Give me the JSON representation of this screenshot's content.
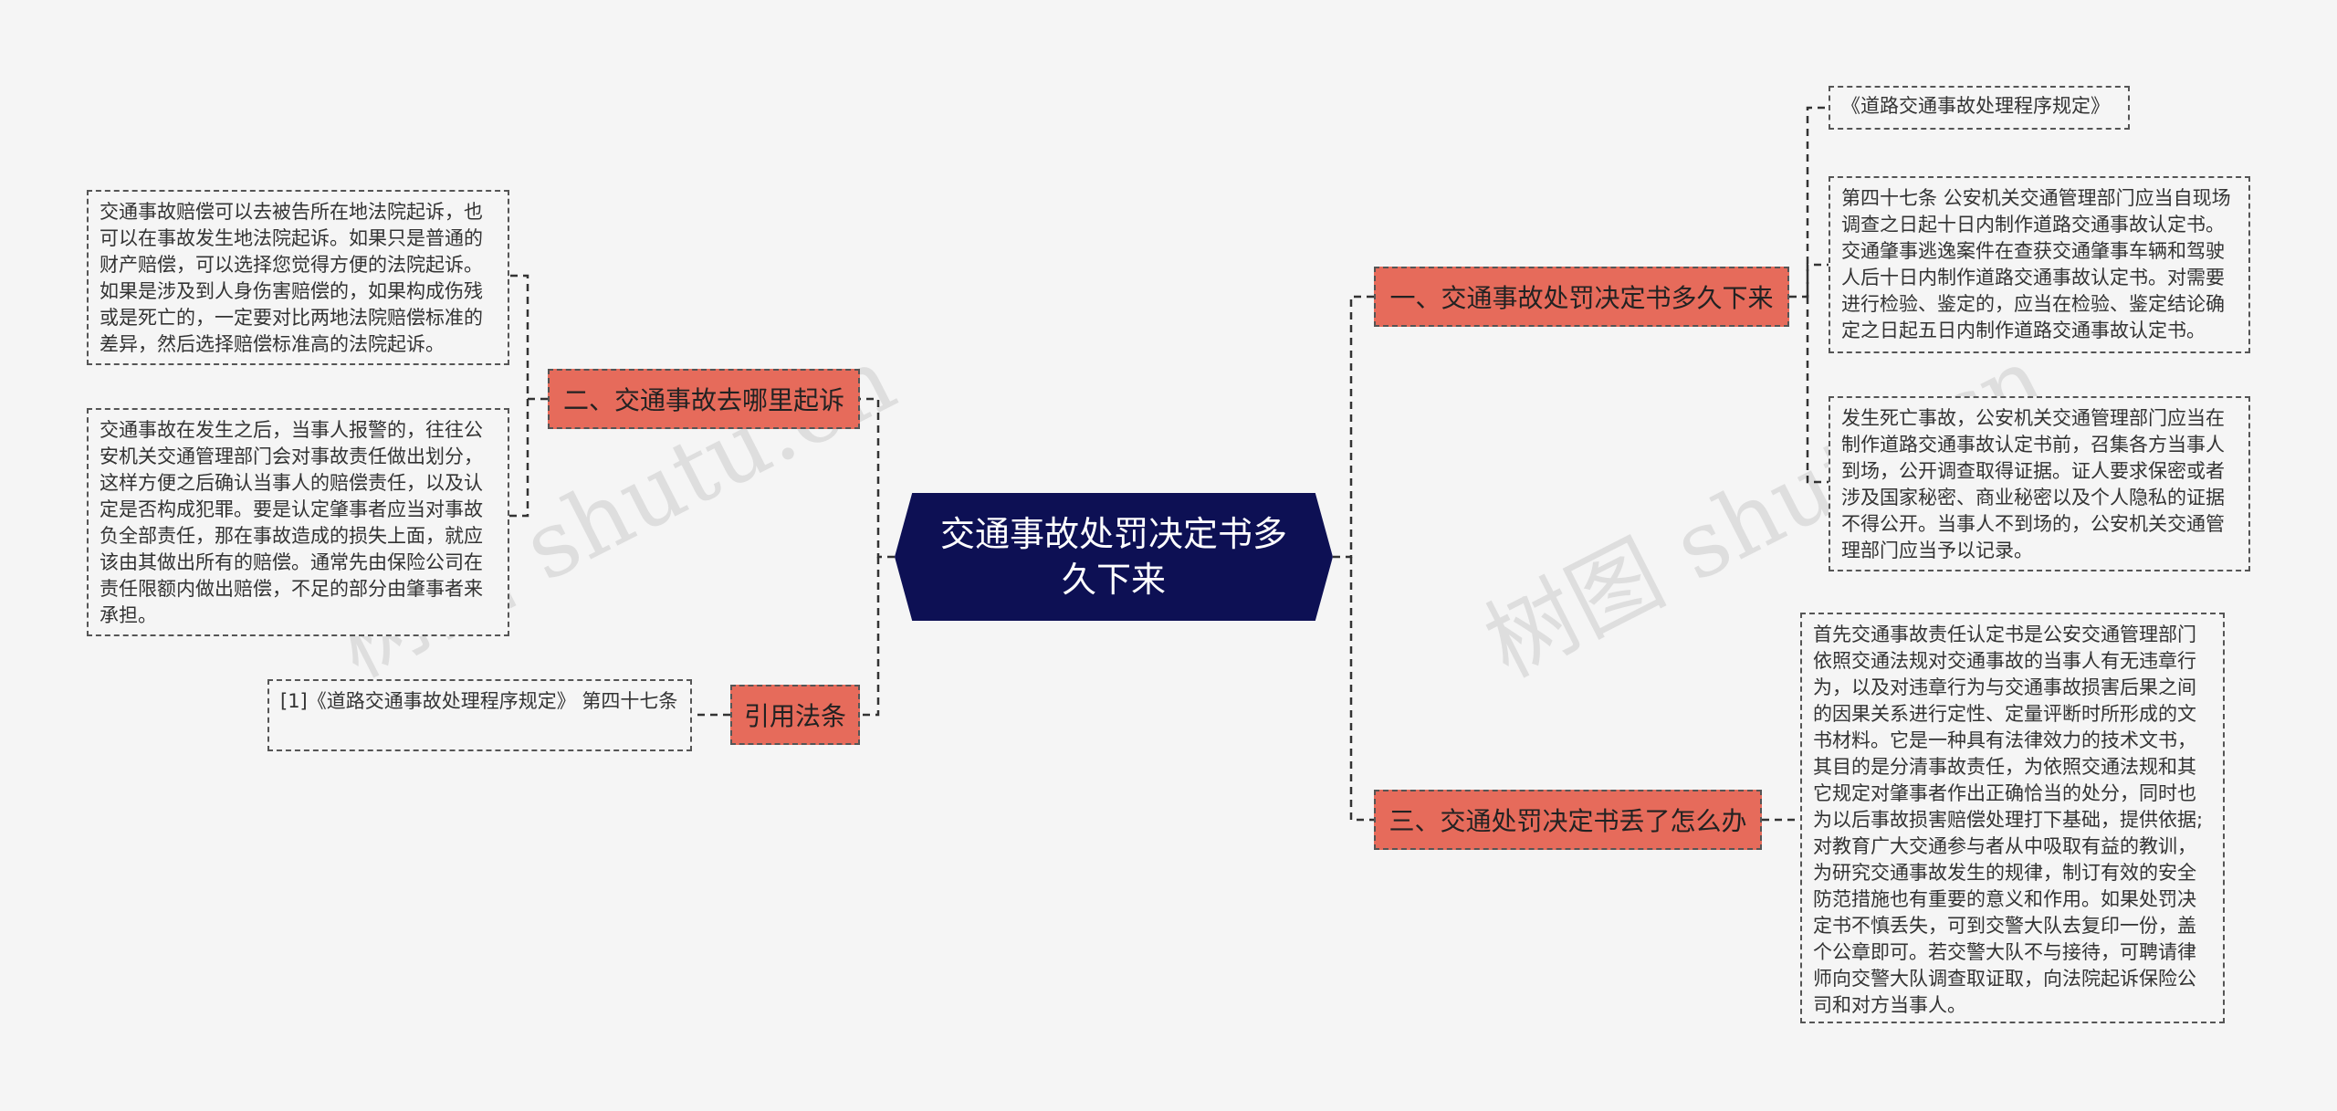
{
  "center": {
    "title": "交通事故处罚决定书多久下来"
  },
  "topics": {
    "t1": "一、交通事故处罚决定书多久下来",
    "t2": "二、交通事故去哪里起诉",
    "t3": "三、交通处罚决定书丢了怎么办",
    "t4": "引用法条"
  },
  "leaves": {
    "r1a": "《道路交通事故处理程序规定》",
    "r1b": "第四十七条 公安机关交通管理部门应当自现场调查之日起十日内制作道路交通事故认定书。交通肇事逃逸案件在查获交通肇事车辆和驾驶人后十日内制作道路交通事故认定书。对需要进行检验、鉴定的，应当在检验、鉴定结论确定之日起五日内制作道路交通事故认定书。",
    "r1c": "发生死亡事故，公安机关交通管理部门应当在制作道路交通事故认定书前，召集各方当事人到场，公开调查取得证据。证人要求保密或者涉及国家秘密、商业秘密以及个人隐私的证据不得公开。当事人不到场的，公安机关交通管理部门应当予以记录。",
    "r3a": "首先交通事故责任认定书是公安交通管理部门依照交通法规对交通事故的当事人有无违章行为，以及对违章行为与交通事故损害后果之间的因果关系进行定性、定量评断时所形成的文书材料。它是一种具有法律效力的技术文书，其目的是分清事故责任，为依照交通法规和其它规定对肇事者作出正确恰当的处分，同时也为以后事故损害赔偿处理打下基础，提供依据;对教育广大交通参与者从中吸取有益的教训，为研究交通事故发生的规律，制订有效的安全防范措施也有重要的意义和作用。如果处罚决定书不慎丢失，可到交警大队去复印一份，盖个公章即可。若交警大队不与接待，可聘请律师向交警大队调查取证取，向法院起诉保险公司和对方当事人。",
    "l2a": "交通事故赔偿可以去被告所在地法院起诉，也可以在事故发生地法院起诉。如果只是普通的财产赔偿，可以选择您觉得方便的法院起诉。如果是涉及到人身伤害赔偿的，如果构成伤残或是死亡的，一定要对比两地法院赔偿标准的差异，然后选择赔偿标准高的法院起诉。",
    "l2b": "交通事故在发生之后，当事人报警的，往往公安机关交通管理部门会对事故责任做出划分，这样方便之后确认当事人的赔偿责任，以及认定是否构成犯罪。要是认定肇事者应当对事故负全部责任，那在事故造成的损失上面，就应该由其做出所有的赔偿。通常先由保险公司在责任限额内做出赔偿，不足的部分由肇事者来承担。",
    "l4a": "[1]《道路交通事故处理程序规定》 第四十七条"
  },
  "watermarks": [
    "树图 shutu.cn",
    "树图 shutu.cn"
  ],
  "colors": {
    "center": "#0d1054",
    "topic": "#e66b5b",
    "background": "#f5f5f5",
    "line": "#333333"
  }
}
